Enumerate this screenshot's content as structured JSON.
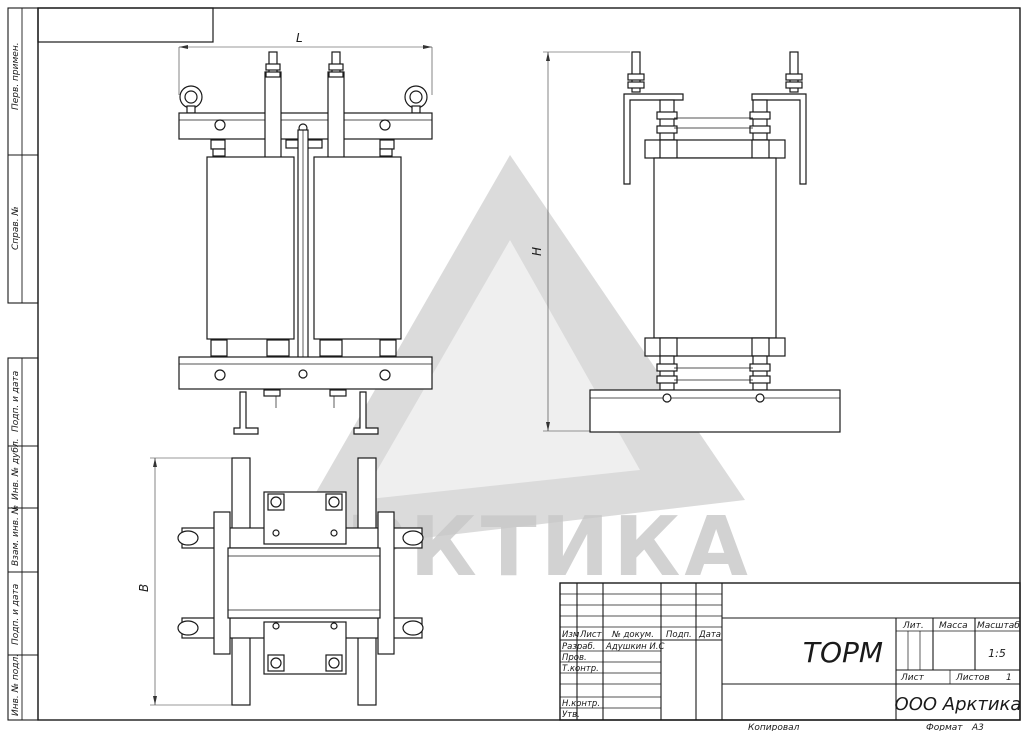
{
  "logo": {
    "text": "АРКТИКА"
  },
  "side_strip": {
    "labels": [
      "Перв. примен.",
      "Справ. №",
      "Подп. и дата",
      "Инв. № дубл.",
      "Взам. инв. №",
      "Подп. и дата",
      "Инв. № подл."
    ]
  },
  "dimensions": {
    "length": "L",
    "height": "H",
    "width": "B"
  },
  "title_block": {
    "headers": [
      "Изм",
      "Лист",
      "№ докум.",
      "Подп.",
      "Дата"
    ],
    "roles": [
      "Разраб.",
      "Пров.",
      "Т.контр.",
      "Н.контр.",
      "Утв."
    ],
    "developer": "Адушкин И.С",
    "designation": "ТОРМ",
    "lit_label": "Лит.",
    "mass_label": "Масса",
    "scale_label": "Масштаб",
    "scale_value": "1:5",
    "sheet_label": "Лист",
    "sheets_label": "Листов",
    "sheets_value": "1",
    "organization": "ООО Арктика",
    "copied_label": "Копировал",
    "format_label": "Формат",
    "format_value": "А3"
  }
}
